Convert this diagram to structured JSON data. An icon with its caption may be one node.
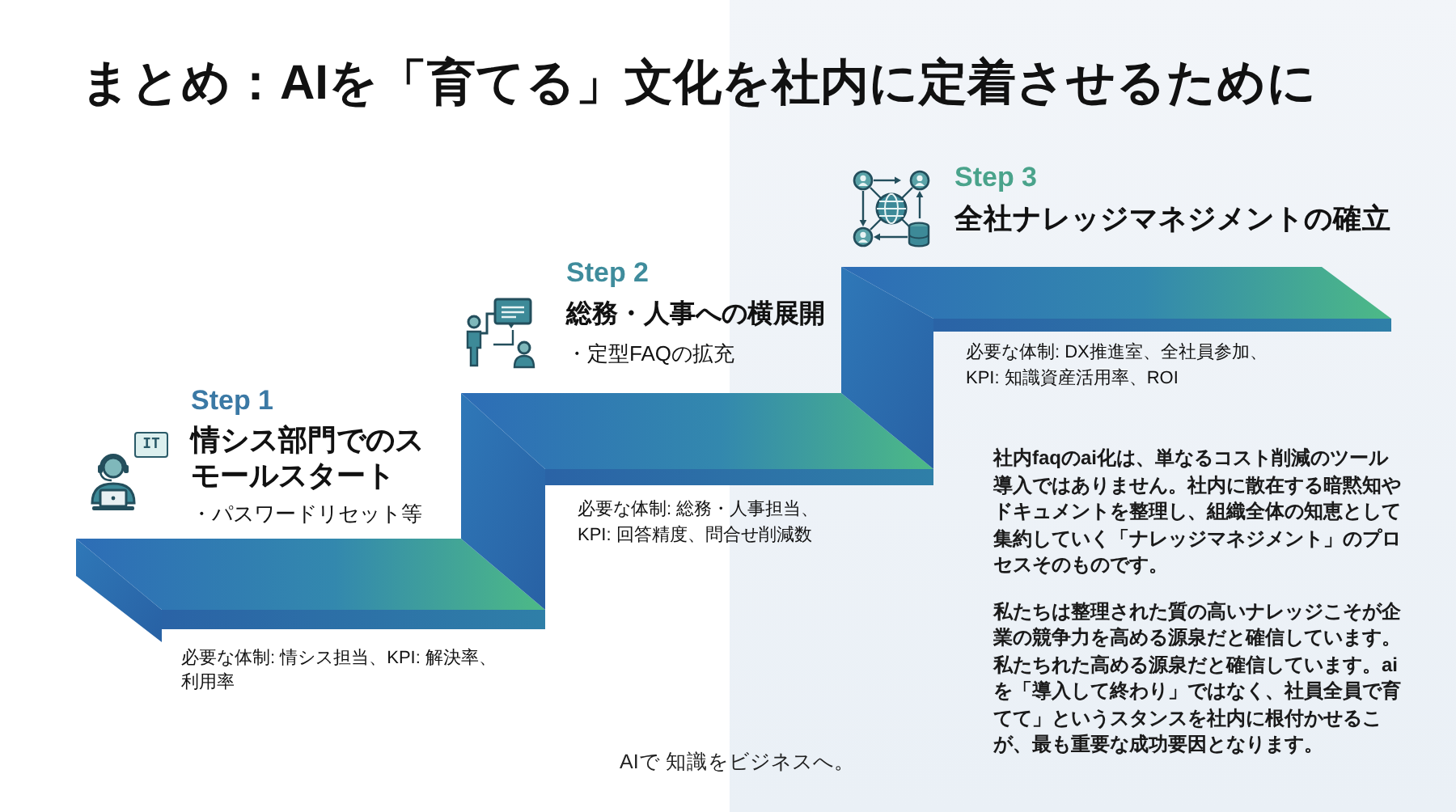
{
  "diagram": {
    "title": "まとめ：AIを「育てる」文化を社内に定着させるために",
    "labels": [
      "IT",
      "Step 1",
      "情シス部門でのスモールスタート",
      "・パスワードリセット等",
      "必要な体制: 情シス担当、KPI: 解決率、利用率",
      "Step 2",
      "総務・人事への横展開",
      "・定型FAQの拡充",
      "必要な体制: 総務・人事担当、KPI: 回答精度、問合せ削減数",
      "Step 3",
      "全社ナレッジマネジメントの確立",
      "必要な体制: DX推進室、全社員参加、KPI: 知識資産活用率、ROI",
      "社内faqのai化は、単なるコスト削減のツール導入ではありません。社内に散在する暗黙知やドキュメントを整理し、組織全体の知恵として集約していく「ナレッジマネジメント」のプロセスそのものです。",
      "私たちは整理された質の高いナレッジこそが企業の競争力を高める源泉だと確信しています。私たちれた高める源泉だと確信しています。aiを「導入して終わり」ではなく、社員全員で育てて」というスタンスを社内に根付かせるこが、最も重要な成功要因となります。",
      "AIで 知識をビジネスへ。"
    ]
  }
}
